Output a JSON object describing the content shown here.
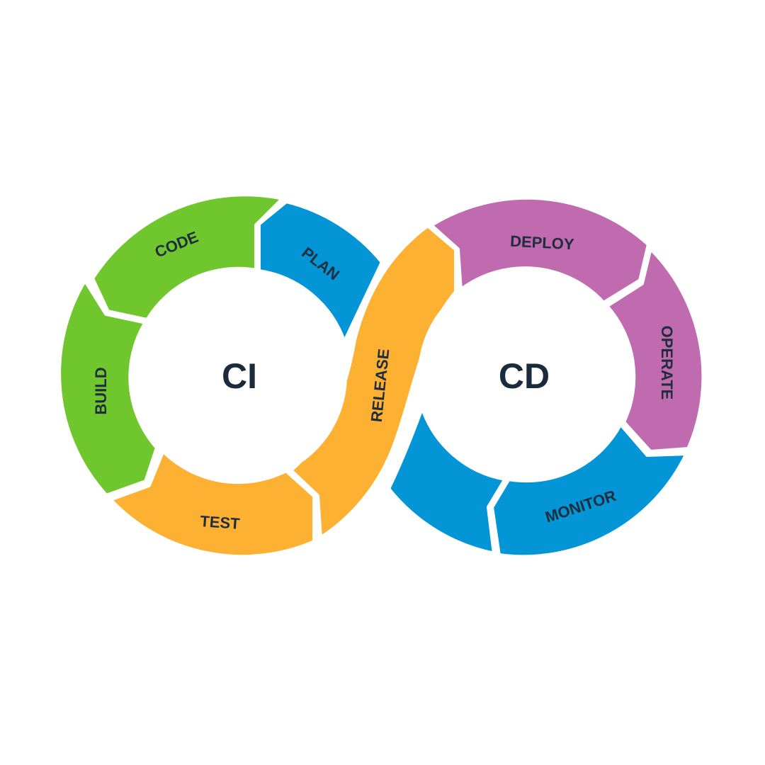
{
  "diagram": {
    "colors": {
      "green": "#6fc72d",
      "blue": "#0395d5",
      "orange": "#fdb133",
      "purple": "#c06ab0",
      "text": "#1f2d3d"
    },
    "hubs": {
      "ci": "CI",
      "cd": "CD"
    },
    "stages": {
      "plan": "PLAN",
      "code": "CODE",
      "build": "BUILD",
      "test": "TEST",
      "release": "RELEASE",
      "deploy": "DEPLOY",
      "operate": "OPERATE",
      "monitor": "MONITOR"
    }
  }
}
